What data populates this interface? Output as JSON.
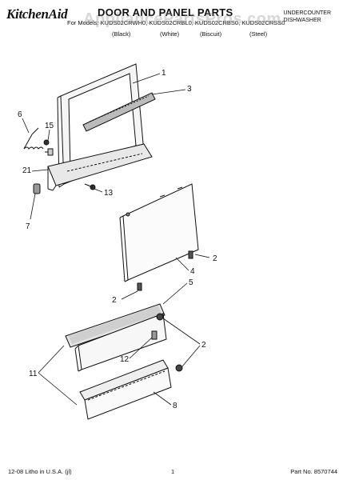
{
  "header": {
    "brand": "KitchenAid",
    "title": "DOOR AND PANEL PARTS",
    "models": "For Models: KUDS02CRWH0, KUDS02CRBL0, KUDS02CRBS0, KUDS02CRSS0",
    "colors": [
      "(Black)",
      "(White)",
      "(Biscuit)",
      "(Steel)"
    ],
    "appliance_line1": "UNDERCOUNTER",
    "appliance_line2": "DISHWASHER"
  },
  "watermark": "AppliancePartsPros.com",
  "callouts": [
    "1",
    "3",
    "6",
    "15",
    "21",
    "13",
    "7",
    "2",
    "4",
    "5",
    "2",
    "2",
    "12",
    "11",
    "8"
  ],
  "footer": {
    "litho": "12-08 Litho in U.S.A. (jl)",
    "page": "1",
    "part_no": "Part No. 8570744"
  }
}
